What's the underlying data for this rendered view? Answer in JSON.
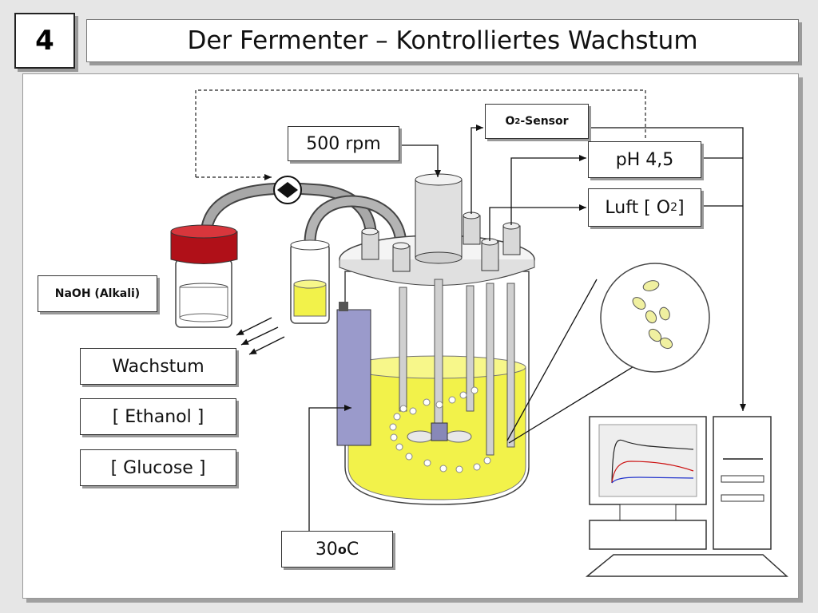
{
  "slide": {
    "number": "4",
    "title": "Der Fermenter – Kontrolliertes Wachstum"
  },
  "labels": {
    "rpm": "500 rpm",
    "o2_sensor_prefix": "O",
    "o2_sensor_sub": "2",
    "o2_sensor_suffix": "-Sensor",
    "ph": "pH 4,5",
    "luft_prefix": "Luft [ O",
    "luft_sub": "2",
    "luft_suffix": "]",
    "naoh": "NaOH (Alkali)",
    "wachstum": "Wachstum",
    "ethanol": "[ Ethanol ]",
    "glucose": "[ Glucose ]",
    "temp_value": "30 ",
    "temp_sup": "o",
    "temp_unit": "C"
  },
  "colors": {
    "medium": "#f2f24a",
    "cap": "#c0121a",
    "probe": "#c8c8c8",
    "heater": "#9898c8",
    "curve_red": "#cc1111",
    "curve_blue": "#2233cc",
    "curve_black": "#222222"
  }
}
